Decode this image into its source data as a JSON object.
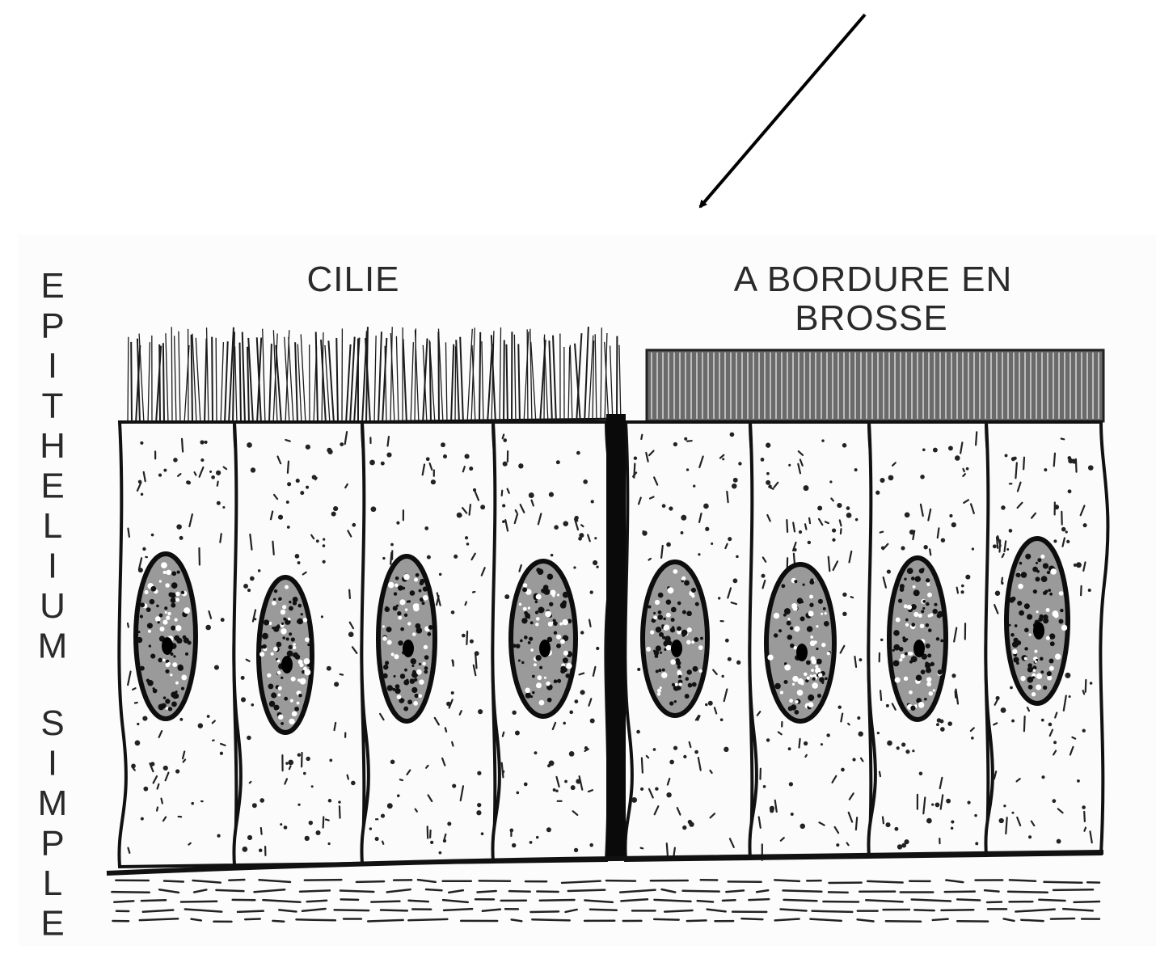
{
  "diagram": {
    "side_label": "EPITHELIUM SIMPLE",
    "label_left": "CILIE",
    "label_right_line1": "A  BORDURE EN",
    "label_right_line2": "BROSSE"
  }
}
